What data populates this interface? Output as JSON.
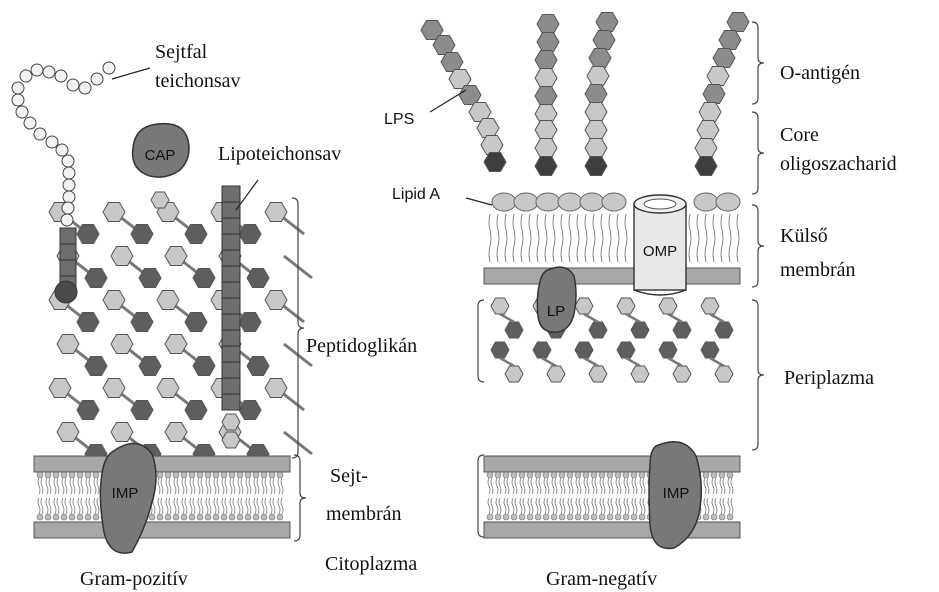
{
  "gram_positive": {
    "title": "Gram-pozitív",
    "labels": {
      "wall_teichoic_acid_line1": "Sejtfal",
      "wall_teichoic_acid_line2": "teichonsav",
      "cap": "CAP",
      "lipoteichoic_acid": "Lipoteichonsav",
      "peptidoglycan": "Peptidoglikán",
      "cell_membrane_line1": "Sejt-",
      "cell_membrane_line2": "membrán",
      "imp": "IMP"
    }
  },
  "cytoplasm": "Citoplazma",
  "gram_negative": {
    "title": "Gram-negatív",
    "labels": {
      "lps": "LPS",
      "lipid_a": "Lipid A",
      "omp": "OMP",
      "lp": "LP",
      "imp": "IMP",
      "o_antigen": "O-antigén",
      "core_line1": "Core",
      "core_line2": "oligoszacharid",
      "outer_membrane_line1": "Külső",
      "outer_membrane_line2": "membrán",
      "periplasm": "Periplazma"
    }
  },
  "colors": {
    "dark_hexagon": "#5e5e5e",
    "medium_hexagon": "#8c8c8c",
    "light_hexagon": "#c8c8c8",
    "very_light": "#e0e0e0",
    "protein": "#787878",
    "membrane_band": "#a8a8a8",
    "outline": "#333333"
  }
}
